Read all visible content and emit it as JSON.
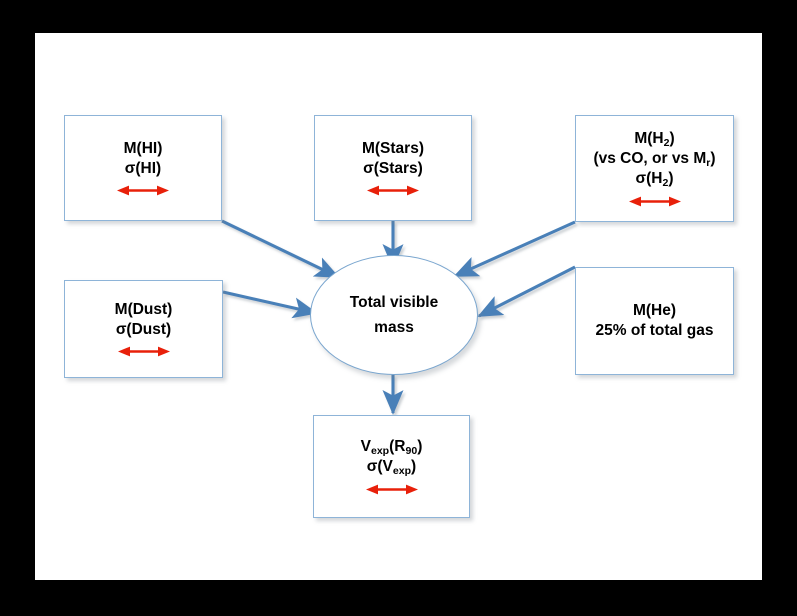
{
  "diagram": {
    "title": "Total visible mass contributions flow chart",
    "colors": {
      "node_border": "#8eb4d8",
      "connector_blue": "#4a80b8",
      "uncertainty_arrow_red": "#e8200a",
      "slide_background": "#ffffff",
      "outer_background": "#000000"
    },
    "center": {
      "label_line1": "Total visible",
      "label_line2": "mass",
      "shape": "ellipse"
    },
    "nodes": [
      {
        "id": "hi",
        "lines": [
          "M(HI)",
          "σ(HI)"
        ],
        "has_uncertainty_arrow": true
      },
      {
        "id": "stars",
        "lines": [
          "M(Stars)",
          "σ(Stars)"
        ],
        "has_uncertainty_arrow": true
      },
      {
        "id": "h2",
        "lines": [
          "M(H2)",
          "(vs CO, or vs Mr)",
          "σ(H2)"
        ],
        "line1_base": "M(H",
        "line1_sub": "2",
        "line1_tail": ")",
        "line2_base": "(vs CO, or vs M",
        "line2_sub": "r",
        "line2_tail": ")",
        "line3_base": "σ(H",
        "line3_sub": "2",
        "line3_tail": ")",
        "has_uncertainty_arrow": true
      },
      {
        "id": "dust",
        "lines": [
          "M(Dust)",
          "σ(Dust)"
        ],
        "has_uncertainty_arrow": true
      },
      {
        "id": "he",
        "lines": [
          "M(He)",
          "25% of total gas"
        ],
        "has_uncertainty_arrow": false
      },
      {
        "id": "vexp",
        "lines": [
          "Vexp(R90)",
          "σ(Vexp)"
        ],
        "line1_base": "V",
        "line1_sub": "exp",
        "line1_mid": "(R",
        "line1_sub2": "90",
        "line1_tail": ")",
        "line2_base": "σ(V",
        "line2_sub": "exp",
        "line2_tail": ")",
        "has_uncertainty_arrow": true
      }
    ],
    "connections": [
      {
        "from": "hi",
        "to": "center",
        "direction": "into-center"
      },
      {
        "from": "stars",
        "to": "center",
        "direction": "into-center"
      },
      {
        "from": "h2",
        "to": "center",
        "direction": "into-center"
      },
      {
        "from": "dust",
        "to": "center",
        "direction": "into-center"
      },
      {
        "from": "he",
        "to": "center",
        "direction": "into-center"
      },
      {
        "from": "center",
        "to": "vexp",
        "direction": "out-of-center"
      }
    ]
  }
}
